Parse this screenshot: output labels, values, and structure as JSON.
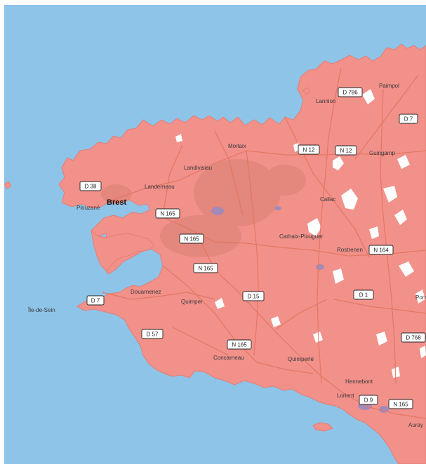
{
  "colors": {
    "sea": "#8ec4e8",
    "land": "#f2908a",
    "road": "#e0765f",
    "urban": "#e2867a",
    "water_inland": "#a48ab8",
    "gap": "#ffffff",
    "shield_fill": "#ffffff",
    "shield_border": "#222222"
  },
  "places": [
    {
      "id": "lannion",
      "label": "Lannion"
    },
    {
      "id": "paimpol",
      "label": "Paimpol"
    },
    {
      "id": "morlaix",
      "label": "Morlaix"
    },
    {
      "id": "guingamp",
      "label": "Guingamp"
    },
    {
      "id": "landivisiau",
      "label": "Landivisiau"
    },
    {
      "id": "landerneau",
      "label": "Landerneau"
    },
    {
      "id": "brest",
      "label": "Brest"
    },
    {
      "id": "plouzane",
      "label": "Plouzané"
    },
    {
      "id": "callac",
      "label": "Callac"
    },
    {
      "id": "carhaix",
      "label": "Carhaix-Plouguer"
    },
    {
      "id": "rostrenen",
      "label": "Rostrenen"
    },
    {
      "id": "douarnenez",
      "label": "Douarnenez"
    },
    {
      "id": "ile-de-sein",
      "label": "Île-de-Sein"
    },
    {
      "id": "quimper",
      "label": "Quimper"
    },
    {
      "id": "concarneau",
      "label": "Concarneau"
    },
    {
      "id": "quimperle",
      "label": "Quimperlé"
    },
    {
      "id": "hennebont",
      "label": "Hennebont"
    },
    {
      "id": "lorient",
      "label": "Lorient"
    },
    {
      "id": "pontivy",
      "label": "Ponti"
    },
    {
      "id": "auray",
      "label": "Auray"
    }
  ],
  "roads": [
    {
      "id": "d786",
      "label": "D 786"
    },
    {
      "id": "d7-north",
      "label": "D 7"
    },
    {
      "id": "n12-a",
      "label": "N 12"
    },
    {
      "id": "n12-b",
      "label": "N 12"
    },
    {
      "id": "d38",
      "label": "D 38"
    },
    {
      "id": "n165-a",
      "label": "N 165"
    },
    {
      "id": "n165-b",
      "label": "N 165"
    },
    {
      "id": "n165-c",
      "label": "N 165"
    },
    {
      "id": "n164",
      "label": "N 164"
    },
    {
      "id": "d7-west",
      "label": "D 7"
    },
    {
      "id": "d15",
      "label": "D 15"
    },
    {
      "id": "d1",
      "label": "D 1"
    },
    {
      "id": "d57",
      "label": "D 57"
    },
    {
      "id": "n165-d",
      "label": "N 165"
    },
    {
      "id": "d768",
      "label": "D 768"
    },
    {
      "id": "d9",
      "label": "D 9"
    },
    {
      "id": "n165-e",
      "label": "N 165"
    }
  ]
}
